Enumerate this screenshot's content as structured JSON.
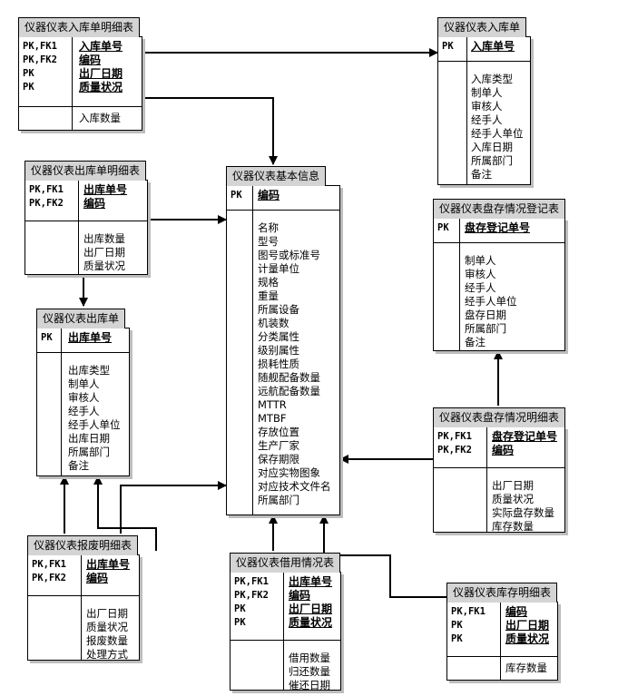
{
  "entities": {
    "inbound_detail": {
      "title": "仪器仪表入库单明细表",
      "pks": [
        "PK,FK1",
        "PK,FK2",
        "PK",
        "PK"
      ],
      "keys": [
        "入库单号",
        "编码",
        "出厂日期",
        "质量状况"
      ],
      "attrs": [
        "入库数量"
      ]
    },
    "inbound": {
      "title": "仪器仪表入库单",
      "pks": [
        "PK"
      ],
      "keys": [
        "入库单号"
      ],
      "attrs": [
        "入库类型",
        "制单人",
        "审核人",
        "经手人",
        "经手人单位",
        "入库日期",
        "所属部门",
        "备注"
      ]
    },
    "outbound_detail": {
      "title": "仪器仪表出库单明细表",
      "pks": [
        "PK,FK1",
        "PK,FK2"
      ],
      "keys": [
        "出库单号",
        "编码"
      ],
      "attrs": [
        "出库数量",
        "出厂日期",
        "质量状况"
      ]
    },
    "basic_info": {
      "title": "仪器仪表基本信息",
      "pks": [
        "PK"
      ],
      "keys": [
        "编码"
      ],
      "attrs": [
        "名称",
        "型号",
        "图号或标准号",
        "计量单位",
        "规格",
        "重量",
        "所属设备",
        "机装数",
        "分类属性",
        "级别属性",
        "损耗性质",
        "随舰配备数量",
        "远航配备数量",
        "MTTR",
        "MTBF",
        "存放位置",
        "生产厂家",
        "保存期限",
        "对应实物图象",
        "对应技术文件名",
        "所属部门"
      ]
    },
    "inventory_reg": {
      "title": "仪器仪表盘存情况登记表",
      "pks": [
        "PK"
      ],
      "keys": [
        "盘存登记单号"
      ],
      "attrs": [
        "制单人",
        "审核人",
        "经手人",
        "经手人单位",
        "盘存日期",
        "所属部门",
        "备注"
      ]
    },
    "outbound": {
      "title": "仪器仪表出库单",
      "pks": [
        "PK"
      ],
      "keys": [
        "出库单号"
      ],
      "attrs": [
        "出库类型",
        "制单人",
        "审核人",
        "经手人",
        "经手人单位",
        "出库日期",
        "所属部门",
        "备注"
      ]
    },
    "inventory_detail": {
      "title": "仪器仪表盘存情况明细表",
      "pks": [
        "PK,FK1",
        "PK,FK2"
      ],
      "keys": [
        "盘存登记单号",
        "编码"
      ],
      "attrs": [
        "出厂日期",
        "质量状况",
        "实际盘存数量",
        "库存数量"
      ]
    },
    "scrap_detail": {
      "title": "仪器仪表报废明细表",
      "pks": [
        "PK,FK1",
        "PK,FK2"
      ],
      "keys": [
        "出库单号",
        "编码"
      ],
      "attrs": [
        "出厂日期",
        "质量状况",
        "报废数量",
        "处理方式"
      ]
    },
    "borrow": {
      "title": "仪器仪表借用情况表",
      "pks": [
        "PK,FK1",
        "PK,FK2",
        "PK",
        "PK"
      ],
      "keys": [
        "出库单号",
        "编码",
        "出厂日期",
        "质量状况"
      ],
      "attrs": [
        "借用数量",
        "归还数量",
        "催还日期"
      ]
    },
    "stock_detail": {
      "title": "仪器仪表库存明细表",
      "pks": [
        "PK,FK1",
        "PK",
        "PK"
      ],
      "keys": [
        "编码",
        "出厂日期",
        "质量状况"
      ],
      "attrs": [
        "库存数量"
      ]
    }
  }
}
